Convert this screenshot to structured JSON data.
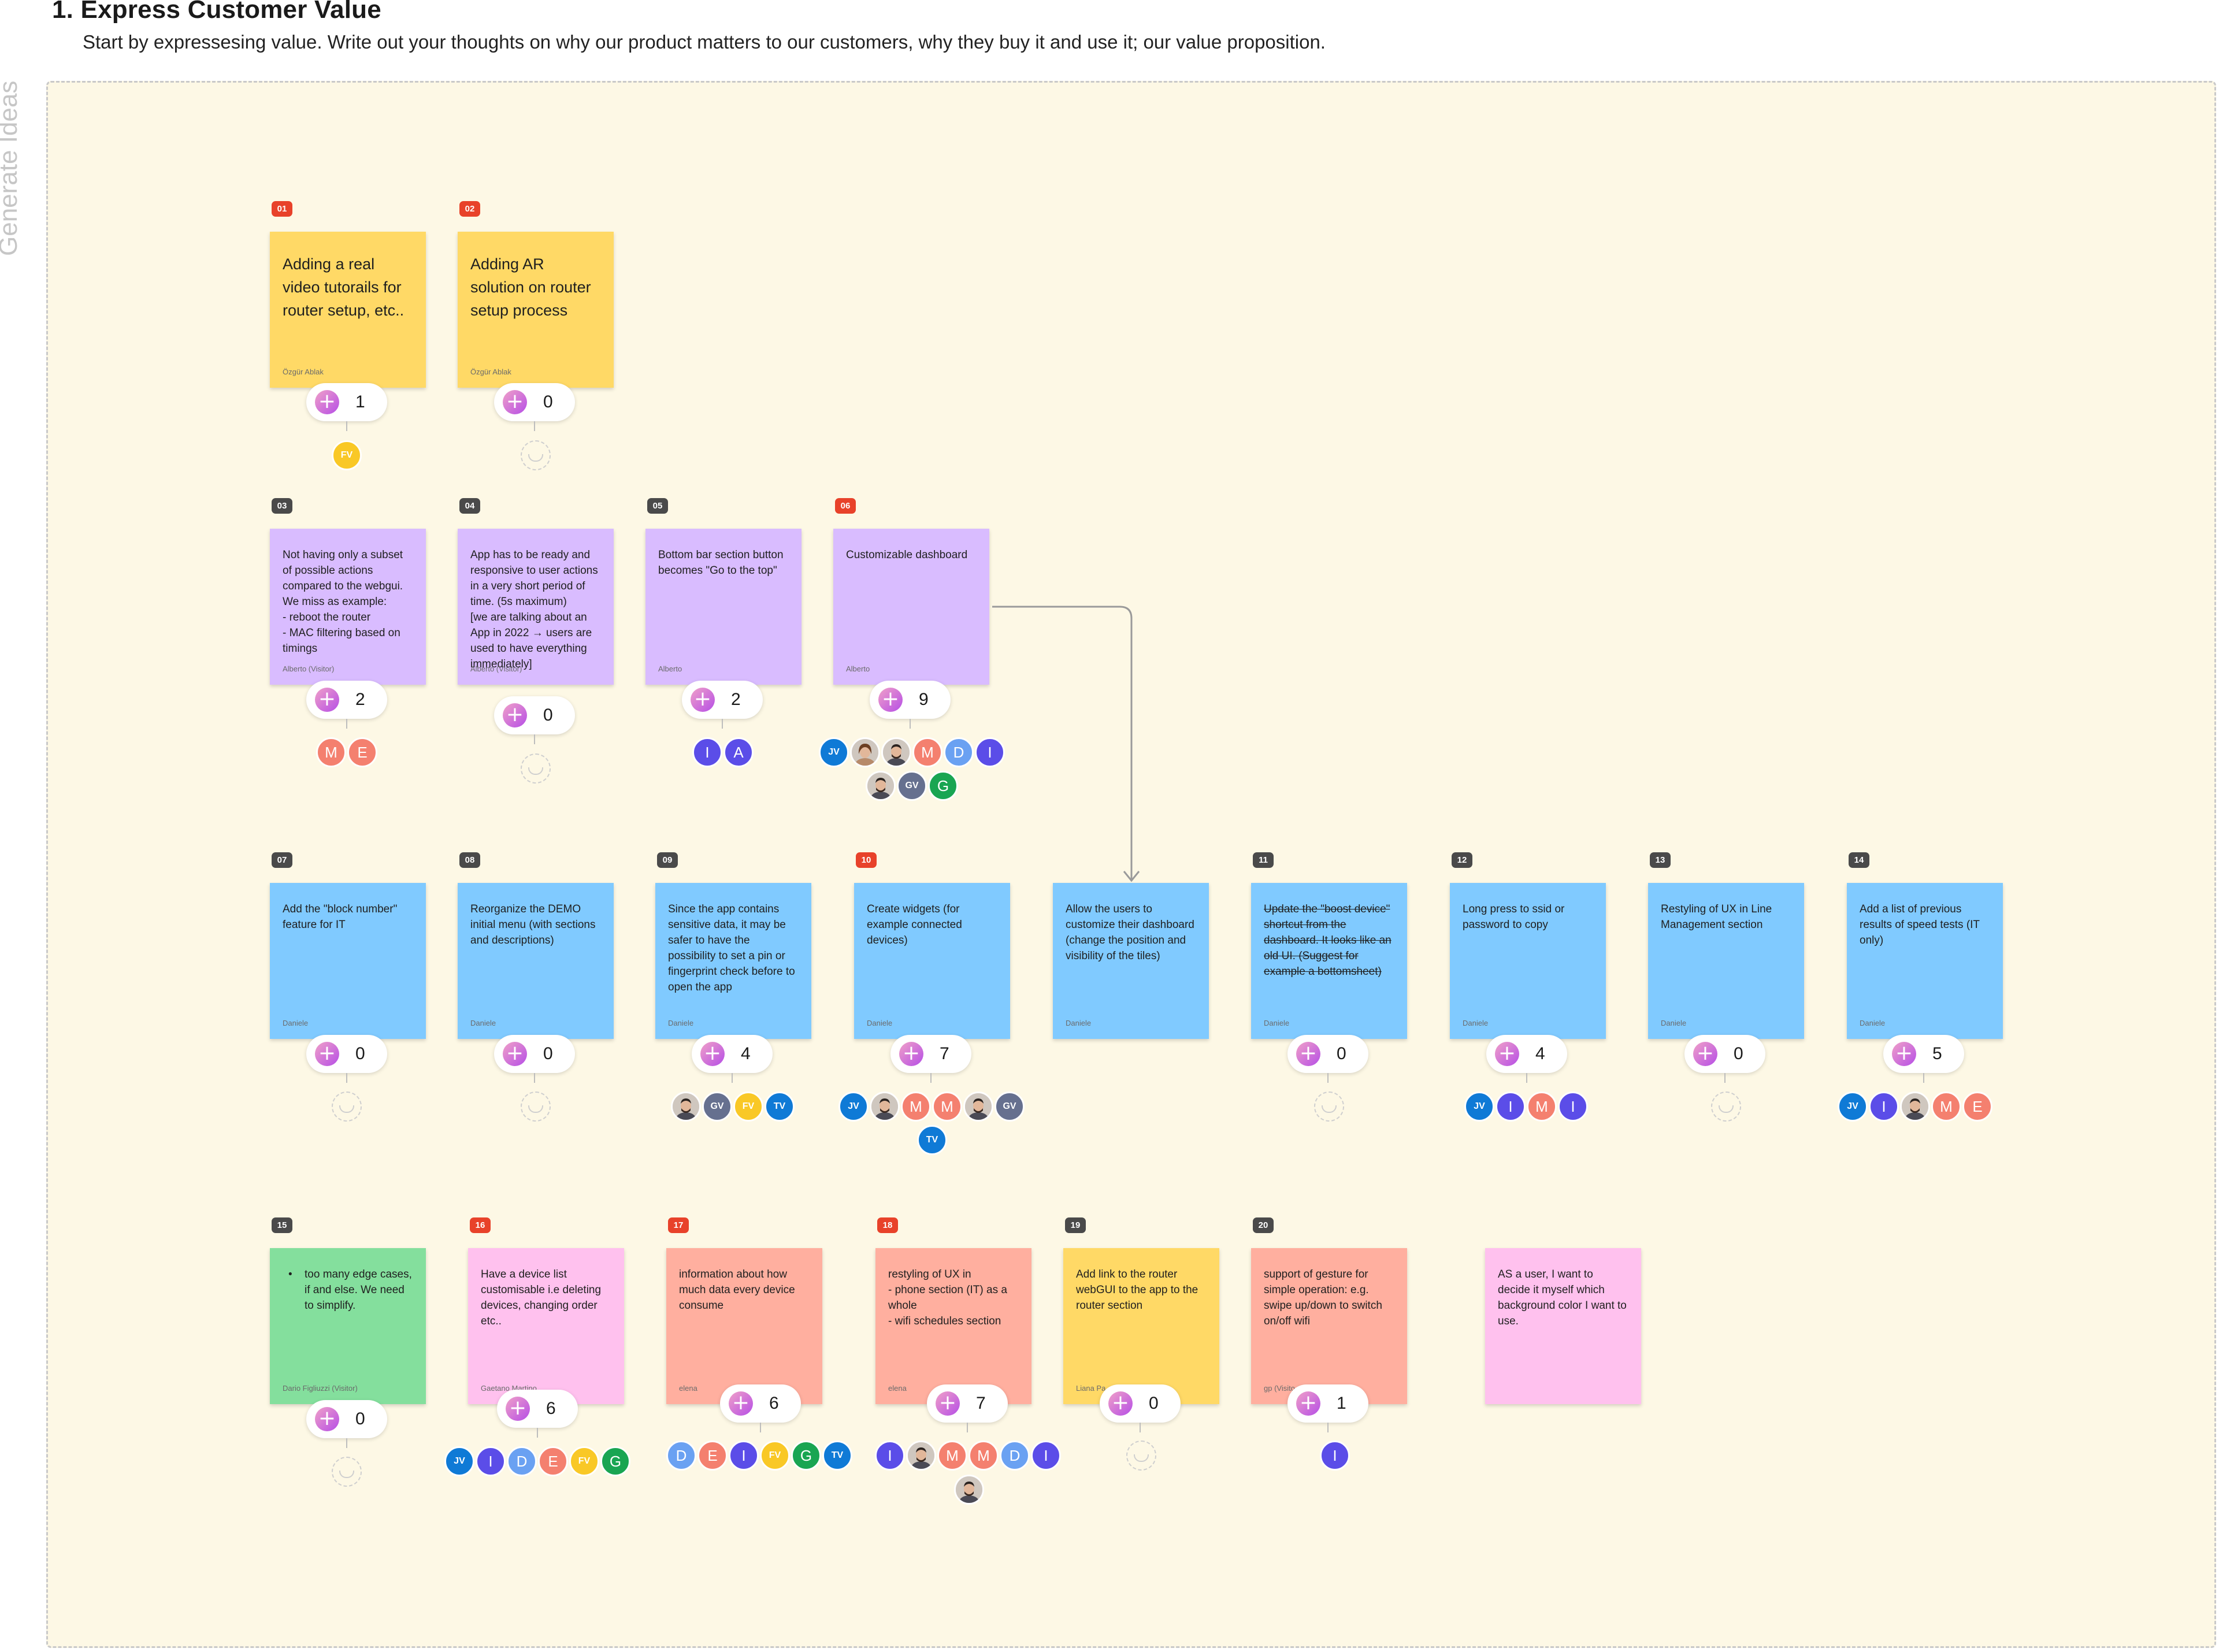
{
  "header": {
    "title": "1. Express Customer Value",
    "subtitle": "Start by expressesing value. Write out your thoughts on why our product matters to our customers, why they buy it and use it; our value proposition."
  },
  "board": {
    "side_label": "Generate Ideas"
  },
  "colors": {
    "yellow": "#ffd966",
    "purple": "#d9bcff",
    "blue": "#80caff",
    "green": "#84df9d",
    "pink": "#ffc1ee",
    "salmon": "#ffaf9f",
    "badge_orange": "#e8422a",
    "badge_dark": "#4a4a4a",
    "board_bg": "#fdf8e5"
  },
  "notes": [
    {
      "num": "01",
      "text": "Adding a real video tutorails for router setup, etc..",
      "author": "Özgür Ablak",
      "votes": "1"
    },
    {
      "num": "02",
      "text": "Adding AR solution on router setup process",
      "author": "Özgür Ablak",
      "votes": "0"
    },
    {
      "num": "03",
      "text": "Not having only a subset of possible actions compared to the webgui. We miss as example:\n- reboot the router\n- MAC filtering based on timings",
      "author": "Alberto (Visitor)",
      "votes": "2"
    },
    {
      "num": "04",
      "text": "App has to be ready and responsive to user actions in a very short period of time. (5s maximum)\n[we are talking about an App in 2022 → users are used to have everything immediately]",
      "author": "Alberto (Visitor)",
      "votes": "0"
    },
    {
      "num": "05",
      "text": "Bottom bar section button becomes \"Go to the top\"",
      "author": "Alberto",
      "votes": "2"
    },
    {
      "num": "06",
      "text": "Customizable dashboard",
      "author": "Alberto",
      "votes": "9"
    },
    {
      "num": "07",
      "text": "Add the \"block number\" feature for IT",
      "author": "Daniele",
      "votes": "0"
    },
    {
      "num": "08",
      "text": "Reorganize the DEMO initial menu (with sections and descriptions)",
      "author": "Daniele",
      "votes": "0"
    },
    {
      "num": "09",
      "text": "Since the app contains sensitive data, it may be safer to have the possibility to set a pin or fingerprint check before to open the app",
      "author": "Daniele",
      "votes": "4"
    },
    {
      "num": "10",
      "text": "Create widgets (for example connected devices)",
      "author": "Daniele",
      "votes": "7"
    },
    {
      "num": "",
      "text": "Allow the users to customize their dashboard (change the position and visibility of the tiles)",
      "author": "Daniele",
      "votes": ""
    },
    {
      "num": "11",
      "text": "Update the \"boost device\" shortcut from the dashboard. It looks like an old UI. (Suggest for example a bottomsheet)",
      "author": "Daniele",
      "votes": "0"
    },
    {
      "num": "12",
      "text": "Long press to ssid or password to copy",
      "author": "Daniele",
      "votes": "4"
    },
    {
      "num": "13",
      "text": "Restyling of UX in Line Management section",
      "author": "Daniele",
      "votes": "0"
    },
    {
      "num": "14",
      "text": "Add a list of previous results of speed tests (IT only)",
      "author": "Daniele",
      "votes": "5"
    },
    {
      "num": "15",
      "text": "too many edge cases, if and else. We need to simplify.",
      "author": "Dario Figliuzzi (Visitor)",
      "votes": "0"
    },
    {
      "num": "16",
      "text": "Have a device list customisable i.e deleting devices, changing order etc..",
      "author": "Gaetano Martino",
      "votes": "6"
    },
    {
      "num": "17",
      "text": "information about how much data every device consume",
      "author": "elena",
      "votes": "6"
    },
    {
      "num": "18",
      "text": "restyling of UX in\n- phone section (IT) as a whole\n- wifi schedules section",
      "author": "elena",
      "votes": "7"
    },
    {
      "num": "19",
      "text": "Add link to the router webGUI to the app to the router section",
      "author": "Liana Pa",
      "votes": "0"
    },
    {
      "num": "20",
      "text": "support of gesture for simple operation: e.g. swipe up/down to switch on/off wifi",
      "author": "gp (Visito",
      "votes": "1"
    },
    {
      "num": "",
      "text": "AS a user, I want to decide it myself which background color I want to use.",
      "author": "",
      "votes": ""
    }
  ],
  "voters": {
    "n01": [
      "FV"
    ],
    "n03": [
      "M",
      "E"
    ],
    "n05": [
      "I",
      "A"
    ],
    "n06": [
      "JV",
      "photo-woman",
      "photo-man",
      "M",
      "D",
      "I",
      "photo-man",
      "GV",
      "G"
    ],
    "n09": [
      "photo-man",
      "GV",
      "FV",
      "TV"
    ],
    "n10": [
      "JV",
      "photo-man",
      "M",
      "M",
      "photo-man",
      "GV",
      "TV"
    ],
    "n12": [
      "JV",
      "I",
      "M",
      "I"
    ],
    "n14": [
      "JV",
      "I",
      "photo-man",
      "M",
      "E"
    ],
    "n16": [
      "JV",
      "I",
      "D",
      "E",
      "FV",
      "G"
    ],
    "n17": [
      "D",
      "E",
      "I",
      "FV",
      "G",
      "TV"
    ],
    "n18": [
      "I",
      "photo-man",
      "M",
      "M",
      "D",
      "I",
      "photo-man"
    ],
    "n20": [
      "I"
    ]
  },
  "avatar_colors": {
    "FV": "#f9c826",
    "M": "#f4806f",
    "E": "#f4806f",
    "I": "#5b4de8",
    "A": "#5b4de8",
    "JV": "#0f7ad6",
    "D": "#6aa1f2",
    "GV": "#66708f",
    "G": "#19a552",
    "TV": "#0f7ad6"
  }
}
